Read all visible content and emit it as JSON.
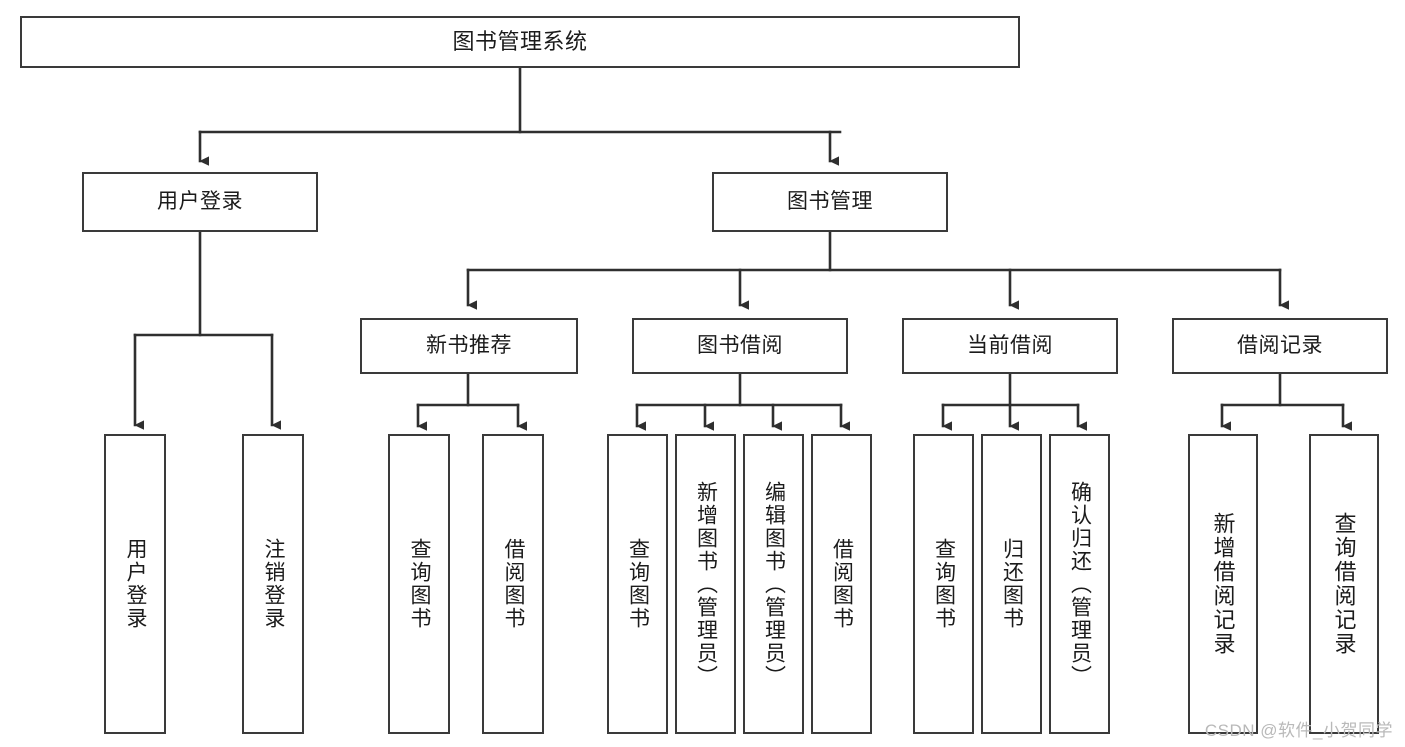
{
  "diagram": {
    "title": "图书管理系统",
    "type": "tree-hierarchy-chart",
    "watermark": "CSDN @软件_小贺同学",
    "colors": {
      "box_border": "#3a3a3a",
      "box_fill": "#ffffff",
      "connector": "#2f2f2f",
      "text": "#1b1b1b",
      "background": "#ffffff",
      "watermark": "#b9b9b9"
    },
    "root": {
      "label": "图书管理系统"
    },
    "level1": [
      {
        "label": "用户登录"
      },
      {
        "label": "图书管理"
      }
    ],
    "level2": [
      {
        "label": "新书推荐"
      },
      {
        "label": "图书借阅"
      },
      {
        "label": "当前借阅"
      },
      {
        "label": "借阅记录"
      }
    ],
    "leaves": {
      "user_login": [
        {
          "label": "用户登录"
        },
        {
          "label": "注销登录"
        }
      ],
      "new_book_recommend": [
        {
          "label": "查询图书"
        },
        {
          "label": "借阅图书"
        }
      ],
      "book_borrow": [
        {
          "label": "查询图书"
        },
        {
          "label": "新增图书（管理员）"
        },
        {
          "label": "编辑图书（管理员）"
        },
        {
          "label": "借阅图书"
        }
      ],
      "current_borrow": [
        {
          "label": "查询图书"
        },
        {
          "label": "归还图书"
        },
        {
          "label": "确认归还（管理员）"
        }
      ],
      "borrow_record": [
        {
          "label": "新增借阅记录"
        },
        {
          "label": "查询借阅记录"
        }
      ]
    }
  }
}
